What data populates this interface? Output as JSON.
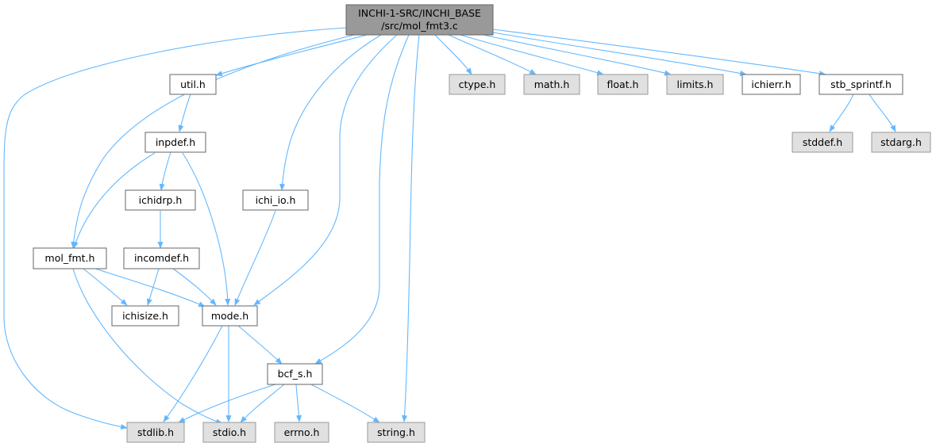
{
  "graph": {
    "root": {
      "line1": "INCHI-1-SRC/INCHI_BASE",
      "line2": "/src/mol_fmt3.c"
    },
    "colors": {
      "root_fill": "#999999",
      "root_stroke": "#666666",
      "local_fill": "#ffffff",
      "local_stroke": "#666666",
      "system_fill": "#e0e0e0",
      "system_stroke": "#999999",
      "edge": "#63b8ff"
    },
    "nodes": {
      "util": {
        "label": "util.h",
        "kind": "local"
      },
      "ctype": {
        "label": "ctype.h",
        "kind": "system"
      },
      "math": {
        "label": "math.h",
        "kind": "system"
      },
      "float": {
        "label": "float.h",
        "kind": "system"
      },
      "limits": {
        "label": "limits.h",
        "kind": "system"
      },
      "ichierr": {
        "label": "ichierr.h",
        "kind": "local"
      },
      "stb_sprintf": {
        "label": "stb_sprintf.h",
        "kind": "local"
      },
      "inpdef": {
        "label": "inpdef.h",
        "kind": "local"
      },
      "stddef": {
        "label": "stddef.h",
        "kind": "system"
      },
      "stdarg": {
        "label": "stdarg.h",
        "kind": "system"
      },
      "ichidrp": {
        "label": "ichidrp.h",
        "kind": "local"
      },
      "ichi_io": {
        "label": "ichi_io.h",
        "kind": "local"
      },
      "mol_fmt": {
        "label": "mol_fmt.h",
        "kind": "local"
      },
      "incomdef": {
        "label": "incomdef.h",
        "kind": "local"
      },
      "ichisize": {
        "label": "ichisize.h",
        "kind": "local"
      },
      "mode": {
        "label": "mode.h",
        "kind": "local"
      },
      "bcf_s": {
        "label": "bcf_s.h",
        "kind": "local"
      },
      "stdlib": {
        "label": "stdlib.h",
        "kind": "system"
      },
      "stdio": {
        "label": "stdio.h",
        "kind": "system"
      },
      "errno": {
        "label": "errno.h",
        "kind": "system"
      },
      "string": {
        "label": "string.h",
        "kind": "system"
      }
    }
  }
}
